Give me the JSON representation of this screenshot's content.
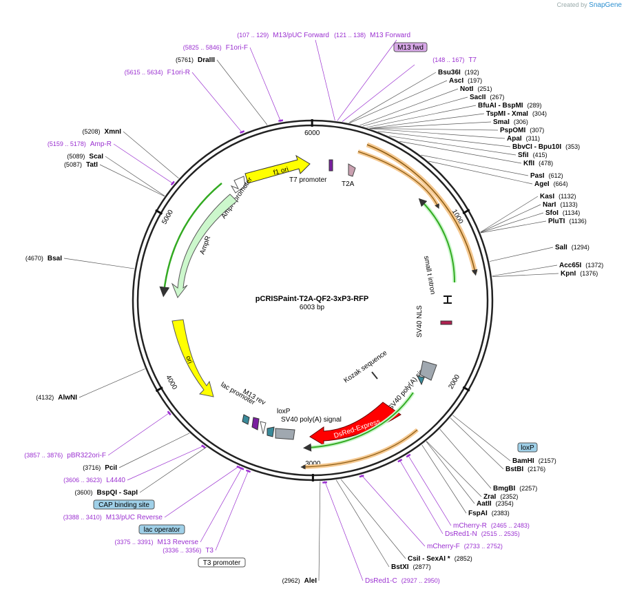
{
  "credit": {
    "prefix": "Created by",
    "brand": "SnapGene"
  },
  "plasmid": {
    "name": "pCRISPaint-T2A-QF2-3xP3-RFP",
    "size_label": "6003 bp",
    "length": 6003
  },
  "colors": {
    "enzyme": "#000000",
    "primer": "#9a2fd0",
    "yellow": "#ffff00",
    "green_light": "#ccf7cc",
    "green": "#33aa22",
    "orange": "#f0a030",
    "red": "#ff0000",
    "teal": "#3a8a9a",
    "grey": "#a0a8b0",
    "tag_blue": "#9fd0e8"
  },
  "ticks": [
    {
      "bp": 1000,
      "label": "1000"
    },
    {
      "bp": 2000,
      "label": "2000"
    },
    {
      "bp": 3000,
      "label": "3000"
    },
    {
      "bp": 4000,
      "label": "4000"
    },
    {
      "bp": 5000,
      "label": "5000"
    },
    {
      "bp": 6000,
      "label": "6000"
    }
  ],
  "right_labels": [
    {
      "name": "Bsu36I",
      "pos": "(192)",
      "bp": 192
    },
    {
      "name": "AscI",
      "pos": "(197)",
      "bp": 197
    },
    {
      "name": "NotI",
      "pos": "(251)",
      "bp": 251
    },
    {
      "name": "SacII",
      "pos": "(267)",
      "bp": 267
    },
    {
      "name": "BfuAI - BspMI",
      "pos": "(289)",
      "bp": 289
    },
    {
      "name": "TspMI - XmaI",
      "pos": "(304)",
      "bp": 304
    },
    {
      "name": "SmaI",
      "pos": "(306)",
      "bp": 306
    },
    {
      "name": "PspOMI",
      "pos": "(307)",
      "bp": 307
    },
    {
      "name": "ApaI",
      "pos": "(311)",
      "bp": 311
    },
    {
      "name": "BbvCI - Bpu10I",
      "pos": "(353)",
      "bp": 353
    },
    {
      "name": "SfiI",
      "pos": "(415)",
      "bp": 415
    },
    {
      "name": "KflI",
      "pos": "(478)",
      "bp": 478
    },
    {
      "name": "PasI",
      "pos": "(612)",
      "bp": 612
    },
    {
      "name": "AgeI",
      "pos": "(664)",
      "bp": 664
    },
    {
      "name": "KasI",
      "pos": "(1132)",
      "bp": 1132
    },
    {
      "name": "NarI",
      "pos": "(1133)",
      "bp": 1133
    },
    {
      "name": "SfoI",
      "pos": "(1134)",
      "bp": 1134
    },
    {
      "name": "PluTI",
      "pos": "(1136)",
      "bp": 1136
    },
    {
      "name": "SalI",
      "pos": "(1294)",
      "bp": 1294
    },
    {
      "name": "Acc65I",
      "pos": "(1372)",
      "bp": 1372
    },
    {
      "name": "KpnI",
      "pos": "(1376)",
      "bp": 1376
    }
  ],
  "right_bottom_labels": [
    {
      "name": "BamHI",
      "pos": "(2157)",
      "bp": 2157
    },
    {
      "name": "BstBI",
      "pos": "(2176)",
      "bp": 2176
    },
    {
      "name": "BmgBI",
      "pos": "(2257)",
      "bp": 2257
    },
    {
      "name": "ZraI",
      "pos": "(2352)",
      "bp": 2352
    },
    {
      "name": "AatII",
      "pos": "(2354)",
      "bp": 2354
    },
    {
      "name": "FspAI",
      "pos": "(2383)",
      "bp": 2383
    },
    {
      "name": "CsiI - SexAI *",
      "pos": "(2852)",
      "bp": 2852
    },
    {
      "name": "BstXI",
      "pos": "(2877)",
      "bp": 2877
    }
  ],
  "right_bottom_primers": [
    {
      "name": "mCherry-R",
      "pos": "(2465 .. 2483)",
      "bp": 2474
    },
    {
      "name": "DsRed1-N",
      "pos": "(2515 .. 2535)",
      "bp": 2525
    },
    {
      "name": "mCherry-F",
      "pos": "(2733 .. 2752)",
      "bp": 2742
    }
  ],
  "tag_loxp_right": "loxP",
  "bottom_labels": {
    "alei": {
      "pos": "(2962)",
      "name": "AleI",
      "bp": 2962
    },
    "dsred1c": {
      "name": "DsRed1-C",
      "pos": "(2927 .. 2950)",
      "bp": 2938
    }
  },
  "left_labels": [
    {
      "name": "XmnI",
      "pos": "(5208)",
      "bp": 5208
    },
    {
      "name": "Amp-R",
      "pos": "(5159 .. 5178)",
      "bp": 5168,
      "primer": true
    },
    {
      "name": "ScaI",
      "pos": "(5089)",
      "bp": 5089
    },
    {
      "name": "TatI",
      "pos": "(5087)",
      "bp": 5087
    },
    {
      "name": "BsaI",
      "pos": "(4670)",
      "bp": 4670
    },
    {
      "name": "AlwNI",
      "pos": "(4132)",
      "bp": 4132
    }
  ],
  "left_bottom_labels": [
    {
      "name": "pBR322ori-F",
      "pos": "(3857 .. 3876)",
      "bp": 3866,
      "primer": true
    },
    {
      "name": "PciI",
      "pos": "(3716)",
      "bp": 3716
    },
    {
      "name": "L4440",
      "pos": "(3606 .. 3623)",
      "bp": 3614,
      "primer": true
    },
    {
      "name": "BspQI - SapI",
      "pos": "(3600)",
      "bp": 3600
    },
    {
      "name": "M13/pUC Reverse",
      "pos": "(3388 .. 3410)",
      "bp": 3399,
      "primer": true
    },
    {
      "name": "M13 Reverse",
      "pos": "(3375 .. 3391)",
      "bp": 3383,
      "primer": true
    },
    {
      "name": "T3",
      "pos": "(3336 .. 3356)",
      "bp": 3346,
      "primer": true
    }
  ],
  "tags": {
    "cap": "CAP binding site",
    "lac_operator": "lac operator",
    "t3_promoter": "T3 promoter",
    "m13_fwd": "M13 fwd"
  },
  "top_labels": [
    {
      "name": "M13/pUC Forward",
      "pos": "(107 .. 129)",
      "bp": 118
    },
    {
      "name": "M13 Forward",
      "pos": "(121 .. 138)",
      "bp": 130
    },
    {
      "name": "T7",
      "pos": "(148 .. 167)",
      "bp": 157
    }
  ],
  "top_left_labels": [
    {
      "name": "F1ori-F",
      "pos": "(5825 .. 5846)",
      "bp": 5835,
      "primer": true
    },
    {
      "name": "DraIII",
      "pos": "(5761)",
      "bp": 5761
    },
    {
      "name": "F1ori-R",
      "pos": "(5615 .. 5634)",
      "bp": 5624,
      "primer": true
    }
  ],
  "features": {
    "f1_ori": "f1 ori",
    "ampr_promoter": "AmpR promoter",
    "ampr": "AmpR",
    "ori": "ori",
    "t7_promoter": "T7 promoter",
    "t2a": "T2A",
    "small_t_intron": "small t intron",
    "sv40_nls": "SV40 NLS",
    "sv40_polya_1": "SV40 poly(A) signal",
    "kozak": "Kozak sequence",
    "dsred": "DsRed-Express",
    "sv40_polya_2": "SV40 poly(A) signal",
    "loxp_inner": "loxP",
    "m13_rev": "M13 rev",
    "lac_promoter": "lac promoter"
  }
}
